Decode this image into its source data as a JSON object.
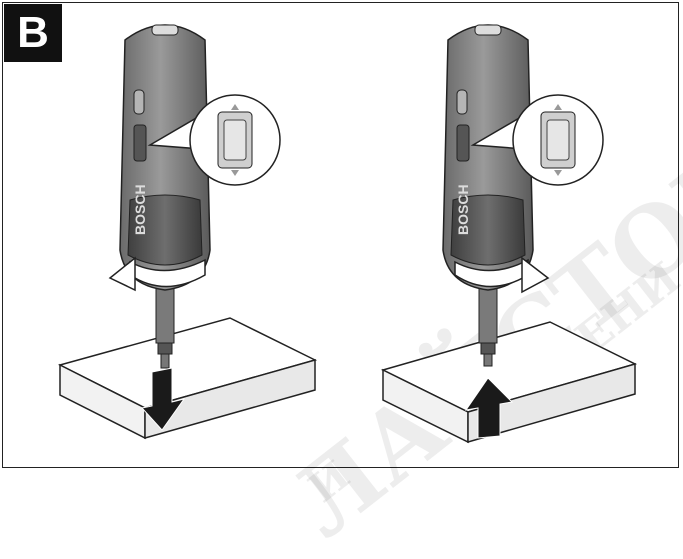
{
  "figure": {
    "label": "B",
    "brand_text": "BOSCH",
    "watermark_lines": [
      "ЛАЙСТОРАЛ",
      "РЕШЕНИ",
      "И"
    ],
    "panels": [
      {
        "id": "tighten",
        "rotation": "clockwise",
        "arrow": "down"
      },
      {
        "id": "loosen",
        "rotation": "counterclockwise",
        "arrow": "up"
      }
    ]
  }
}
